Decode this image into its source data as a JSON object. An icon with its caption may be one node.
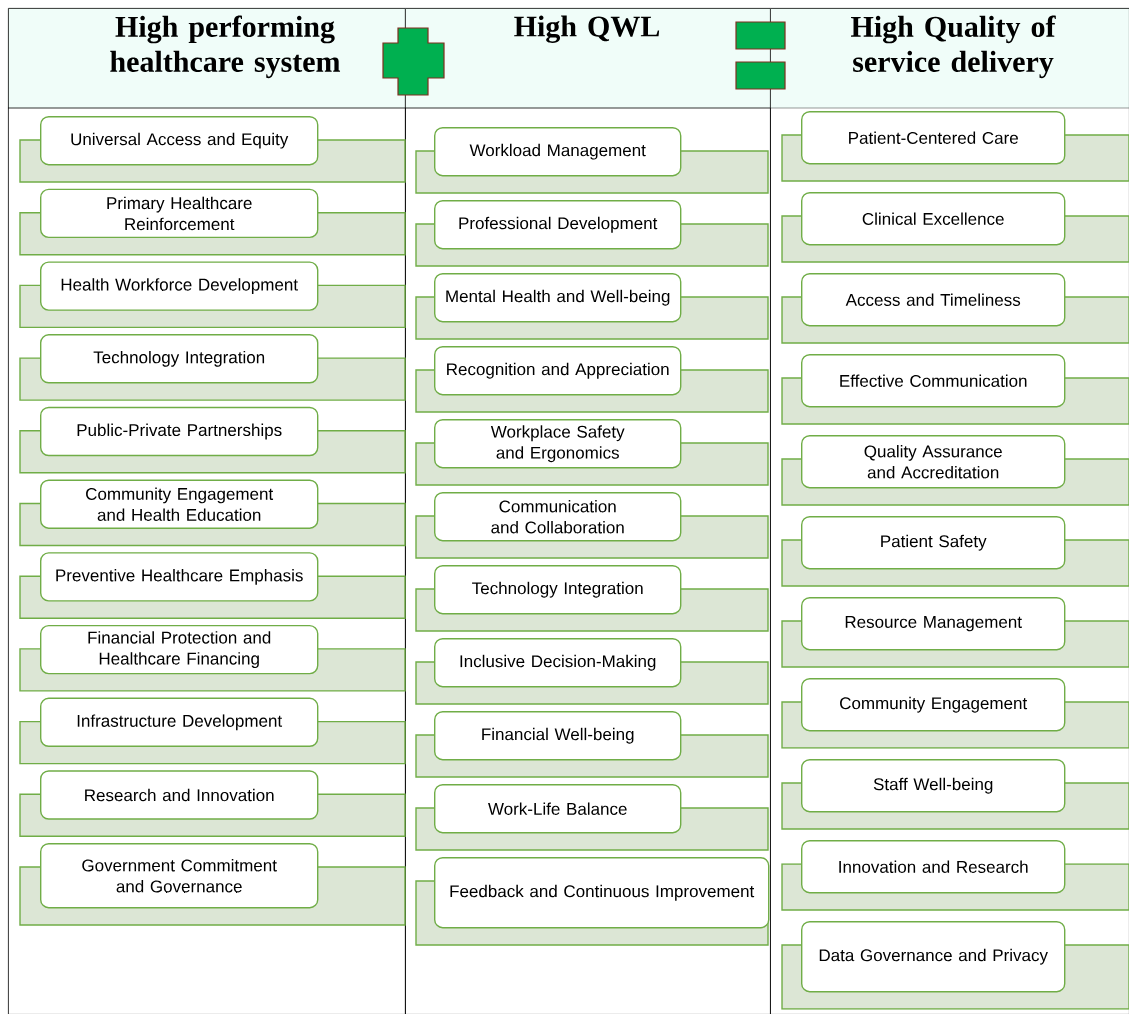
{
  "diagram": {
    "nodes": [
      {
        "text": [
          "High performing healthcare system"
        ]
      },
      {
        "text": [
          "High QWL"
        ]
      },
      {
        "text": [
          "High Quality of service delivery"
        ]
      },
      {
        "text": [
          "Universal Access and Equity"
        ],
        "in": 0
      },
      {
        "text": [
          "Primary Healthcare Reinforcement"
        ],
        "in": 0
      },
      {
        "text": [
          "Health Workforce Development"
        ],
        "in": 0
      },
      {
        "text": [
          "Technology Integration"
        ],
        "in": 0
      },
      {
        "text": [
          "Public-Private Partnerships"
        ],
        "in": 0
      },
      {
        "text": [
          "Community Engagement and Health Education"
        ],
        "in": 0
      },
      {
        "text": [
          "Preventive Healthcare Emphasis"
        ],
        "in": 0
      },
      {
        "text": [
          "Financial Protection and Healthcare Financing"
        ],
        "in": 0
      },
      {
        "text": [
          "Infrastructure Development"
        ],
        "in": 0
      },
      {
        "text": [
          "Research and Innovation"
        ],
        "in": 0
      },
      {
        "text": [
          "Government Commitment and Governance"
        ],
        "in": 0
      },
      {
        "text": [
          "Workload Management"
        ],
        "in": 1
      },
      {
        "text": [
          "Professional Development"
        ],
        "in": 1
      },
      {
        "text": [
          "Mental Health and Well-being"
        ],
        "in": 1
      },
      {
        "text": [
          "Recognition and Appreciation"
        ],
        "in": 1
      },
      {
        "text": [
          "Workplace Safety and Ergonomics"
        ],
        "in": 1
      },
      {
        "text": [
          "Communication and Collaboration"
        ],
        "in": 1
      },
      {
        "text": [
          "Technology Integration"
        ],
        "in": 1
      },
      {
        "text": [
          "Inclusive Decision-Making"
        ],
        "in": 1
      },
      {
        "text": [
          "Financial Well-being"
        ],
        "in": 1
      },
      {
        "text": [
          "Work-Life Balance"
        ],
        "in": 1
      },
      {
        "text": [
          "Feedback and Continuous Improvement"
        ],
        "in": 1
      },
      {
        "text": [
          "Patient-Centered Care"
        ],
        "in": 2
      },
      {
        "text": [
          "Clinical Excellence"
        ],
        "in": 2
      },
      {
        "text": [
          "Access and Timeliness"
        ],
        "in": 2
      },
      {
        "text": [
          "Effective Communication"
        ],
        "in": 2
      },
      {
        "text": [
          "Quality Assurance and Accreditation"
        ],
        "in": 2
      },
      {
        "text": [
          "Patient Safety"
        ],
        "in": 2
      },
      {
        "text": [
          "Resource Management"
        ],
        "in": 2
      },
      {
        "text": [
          "Community Engagement"
        ],
        "in": 2
      },
      {
        "text": [
          "Staff Well-being"
        ],
        "in": 2
      },
      {
        "text": [
          "Innovation and Research"
        ],
        "in": 2
      },
      {
        "text": [
          "Data Governance and Privacy"
        ],
        "in": 2
      }
    ]
  }
}
